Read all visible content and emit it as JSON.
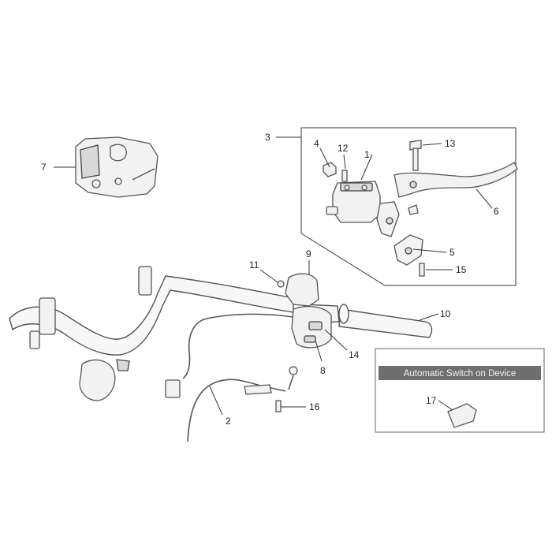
{
  "callouts": [
    "1",
    "2",
    "3",
    "4",
    "5",
    "6",
    "7",
    "8",
    "9",
    "10",
    "11",
    "12",
    "13",
    "14",
    "15",
    "16",
    "17"
  ],
  "inset": {
    "title": "Automatic Switch on Device"
  },
  "colors": {
    "line": "#555555",
    "inset_header": "#6e6e6e",
    "background": "#ffffff"
  }
}
